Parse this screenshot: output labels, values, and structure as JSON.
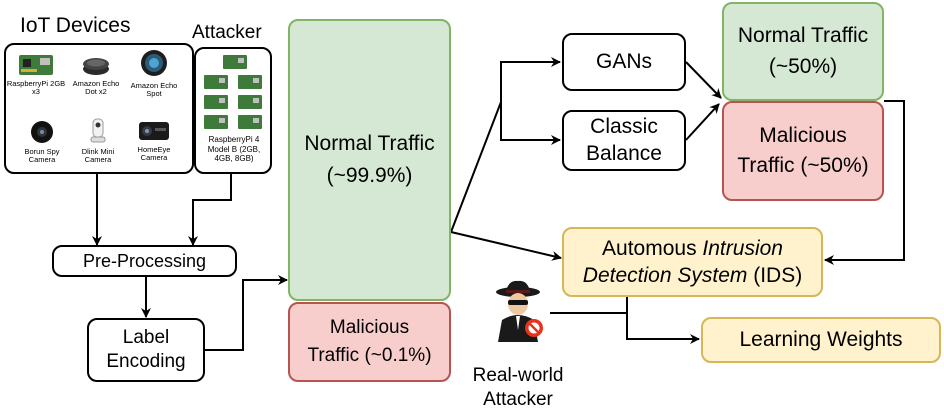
{
  "iot": {
    "title": "IoT Devices",
    "devices": [
      {
        "label": "RaspberryPi 2GB x3",
        "icon": "raspberry-pi-board"
      },
      {
        "label": "Amazon Echo Dot x2",
        "icon": "echo-dot"
      },
      {
        "label": "Amazon Echo Spot",
        "icon": "echo-spot"
      },
      {
        "label": "Borun Spy Camera",
        "icon": "spy-camera"
      },
      {
        "label": "Dlink Mini Camera",
        "icon": "mini-camera"
      },
      {
        "label": "HomeEye Camera",
        "icon": "homeeye-camera"
      }
    ]
  },
  "attacker": {
    "title": "Attacker",
    "device_label": "RaspberryPi 4 Model B (2GB, 4GB, 8GB)"
  },
  "preprocessing": "Pre-Processing",
  "label_encoding": {
    "line1": "Label",
    "line2": "Encoding"
  },
  "normal_traffic_main": {
    "line1": "Normal Traffic",
    "line2": "(~99.9%)"
  },
  "malicious_traffic_main": {
    "line1": "Malicious",
    "line2": "Traffic (~0.1%)"
  },
  "gans": "GANs",
  "classic_balance": {
    "line1": "Classic",
    "line2": "Balance"
  },
  "normal_traffic_balanced": {
    "line1": "Normal Traffic",
    "line2": "(~50%)"
  },
  "malicious_traffic_balanced": {
    "line1": "Malicious",
    "line2": "Traffic (~50%)"
  },
  "ids": {
    "pre": "Automous ",
    "italic1": "Intrusion",
    "italic2": "Detection System",
    "post": " (IDS)"
  },
  "real_world_attacker": {
    "line1": "Real-world",
    "line2": "Attacker"
  },
  "learning_weights": "Learning Weights",
  "colors": {
    "green_fill": "#d5e8d4",
    "green_stroke": "#82b366",
    "red_fill": "#f8cecc",
    "red_stroke": "#b85450",
    "yellow_fill": "#fff2cc",
    "yellow_stroke": "#d6b656"
  }
}
